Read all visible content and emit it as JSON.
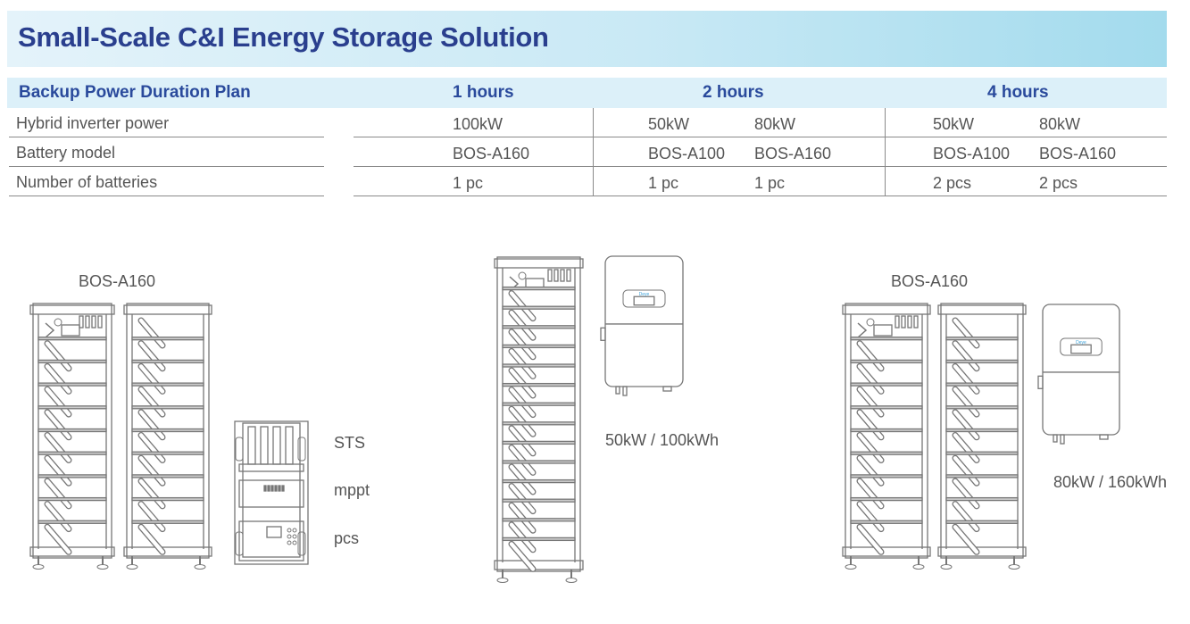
{
  "title": "Small-Scale C&I Energy Storage Solution",
  "table": {
    "header": [
      "Backup Power Duration Plan",
      "1 hours",
      "2 hours",
      "4 hours"
    ],
    "rows": [
      {
        "label": "Hybrid inverter power",
        "values": [
          "100kW",
          "50kW",
          "80kW",
          "50kW",
          "80kW"
        ]
      },
      {
        "label": "Battery model",
        "values": [
          "BOS-A160",
          "BOS-A100",
          "BOS-A160",
          "BOS-A100",
          "BOS-A160"
        ]
      },
      {
        "label": "Number of batteries",
        "values": [
          "1 pc",
          "1 pc",
          "1 pc",
          "2 pcs",
          "2 pcs"
        ]
      }
    ]
  },
  "illustrations": {
    "left": {
      "model": "BOS-A160",
      "cabinet_parts": [
        "STS",
        "mppt",
        "pcs"
      ]
    },
    "middle": {
      "caption": "50kW / 100kWh"
    },
    "right": {
      "model": "BOS-A160",
      "caption": "80kW / 160kWh"
    },
    "inverter_logo": "Deye"
  },
  "colors": {
    "title": "#2a3f8e",
    "header_text": "#2a4a9c",
    "band": "#dcf0f9",
    "line_art": "#777777"
  }
}
